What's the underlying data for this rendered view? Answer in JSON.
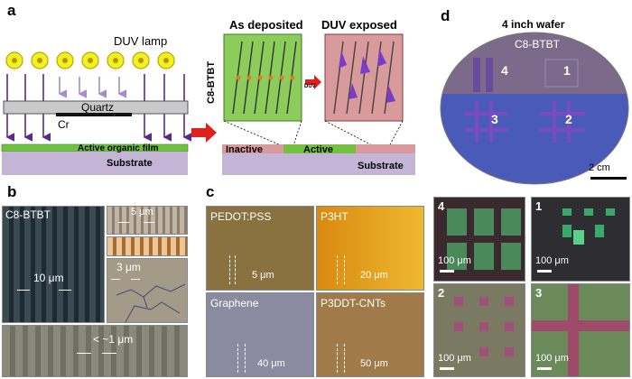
{
  "panels": {
    "a": {
      "letter": "a",
      "lamp_label": "DUV lamp",
      "mask_label": "Quartz",
      "cr_label": "Cr",
      "film_label": "Active organic film",
      "substrate_label": "Substrate",
      "molecule_label": "C8-BTBT",
      "as_deposited": "As deposited",
      "duv_exposed": "DUV exposed",
      "duv_small": "DUV",
      "inactive_label": "Inactive",
      "active_label": "Active",
      "substrate_label_right": "Substrate"
    },
    "b": {
      "letter": "b",
      "main_label": "C8-BTBT",
      "spacing_main": "10 μm",
      "spacing_top": "5 μm",
      "spacing_mid": "3 μm",
      "spacing_bottom": "< ~1 μm"
    },
    "c": {
      "letter": "c",
      "tiles": [
        {
          "name": "PEDOT:PSS",
          "spacing": "5 μm"
        },
        {
          "name": "P3HT",
          "spacing": "20 μm"
        },
        {
          "name": "Graphene",
          "spacing": "40 μm"
        },
        {
          "name": "P3DDT-CNTs",
          "spacing": "50 μm"
        }
      ]
    },
    "d": {
      "letter": "d",
      "wafer_title": "4 inch wafer",
      "wafer_material": "C8-BTBT",
      "regions": [
        "4",
        "1",
        "3",
        "2"
      ],
      "scale": "2 cm",
      "tiles": [
        {
          "id": "4",
          "scale": "100 μm"
        },
        {
          "id": "1",
          "scale": "100 μm"
        },
        {
          "id": "2",
          "scale": "100 μm"
        },
        {
          "id": "3",
          "scale": "100 μm"
        }
      ]
    }
  }
}
